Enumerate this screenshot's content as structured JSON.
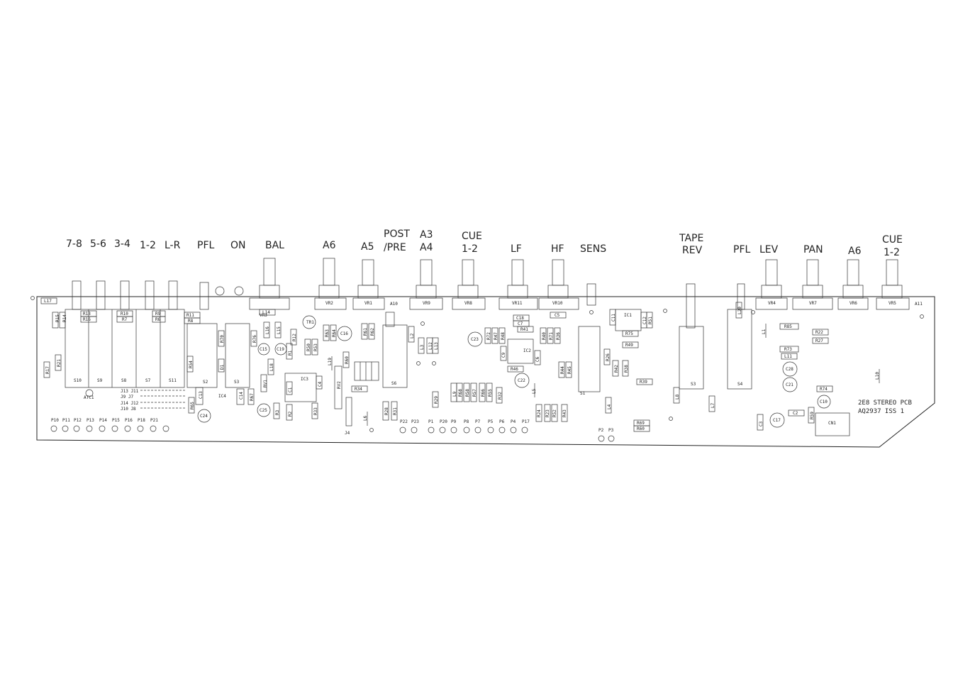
{
  "labels": {
    "l78": "7-8",
    "l56": "5-6",
    "l34": "3-4",
    "l12": "1-2",
    "llr": "L-R",
    "pfl": "PFL",
    "on": "ON",
    "bal": "BAL",
    "a6": "A6",
    "a5": "A5",
    "post": "POST",
    "pre": "/PRE",
    "a3": "A3",
    "a4": "A4",
    "cue": "CUE",
    "cue12": "1-2",
    "lf": "LF",
    "hf": "HF",
    "sens": "SENS",
    "tape": "TAPE",
    "rev": "REV",
    "pfl2": "PFL",
    "lev": "LEV",
    "pan": "PAN",
    "a6b": "A6",
    "cue2": "CUE",
    "cue2b": "1-2"
  },
  "board_id": {
    "line1": "2E8 STEREO PCB",
    "line2": "AQ2937 ISS 1"
  },
  "pots": [
    "VR2",
    "VR1",
    "VR9",
    "VR8",
    "VR11",
    "VR10",
    "VR4",
    "VR7",
    "VR6",
    "VR5"
  ],
  "pot_extra": {
    "vr3": "VR3",
    "a10": "A10",
    "a11": "A11"
  },
  "switches": [
    "S10",
    "S9",
    "S8",
    "S7",
    "S11",
    "S2",
    "S3",
    "S6",
    "S1",
    "S3",
    "S4"
  ],
  "ics": [
    "IC1",
    "IC2",
    "IC3",
    "IC4"
  ],
  "resistors": [
    "R13",
    "R16",
    "R10",
    "R7",
    "R9",
    "R6",
    "R11",
    "R8",
    "R15",
    "R14",
    "R17",
    "R21",
    "R70",
    "R54",
    "R76",
    "R12",
    "R1",
    "R50",
    "R53",
    "R63",
    "R64",
    "R61",
    "R62",
    "R60",
    "R34",
    "R33",
    "R3",
    "R2",
    "R67",
    "R65",
    "R72",
    "R47",
    "R48",
    "R41",
    "R40",
    "R71",
    "R39",
    "R36",
    "R46",
    "R44",
    "R45",
    "R68",
    "R58",
    "R57",
    "R66",
    "R55",
    "R32",
    "R29",
    "R28",
    "R31",
    "R24",
    "R23",
    "R52",
    "R43",
    "R42",
    "R38",
    "R75",
    "R49",
    "R51",
    "R26",
    "R85",
    "R22",
    "R27",
    "R73",
    "R74",
    "R59",
    "R69",
    "R60"
  ],
  "capacitors": [
    "C16",
    "C15",
    "C19",
    "C25",
    "C24",
    "C23",
    "C22",
    "C28",
    "C21",
    "C10",
    "C17",
    "C2",
    "C13",
    "C14",
    "C18",
    "C7",
    "C5",
    "C11",
    "C12",
    "C6",
    "C9",
    "C1",
    "C4",
    "C3"
  ],
  "inductors": [
    "L17",
    "L14",
    "L16",
    "L15",
    "L13",
    "L12",
    "L3",
    "L2",
    "L11",
    "L1",
    "L10",
    "L19",
    "L6",
    "L5",
    "L4",
    "L8",
    "L7",
    "L20",
    "L9",
    "L18"
  ],
  "misc": {
    "tr1": "TR1",
    "rv1": "RV1",
    "rv2": "RV2",
    "d1": "D1",
    "j4": "J4",
    "cn1": "CN1",
    "atc1": "ATC1"
  },
  "jumpers": [
    [
      "J13 J11",
      "J9  J7"
    ],
    [
      "J14 J12",
      "J10 J8"
    ]
  ],
  "pins_left": [
    "P10",
    "P11",
    "P12",
    "P13",
    "P14",
    "P15",
    "P16",
    "P18",
    "P21"
  ],
  "pins_mid": [
    "P22",
    "P23",
    "P1",
    "P20",
    "P9",
    "P8",
    "P7",
    "P5",
    "P6",
    "P4",
    "P17"
  ],
  "pins_right": [
    "P2",
    "P3"
  ]
}
